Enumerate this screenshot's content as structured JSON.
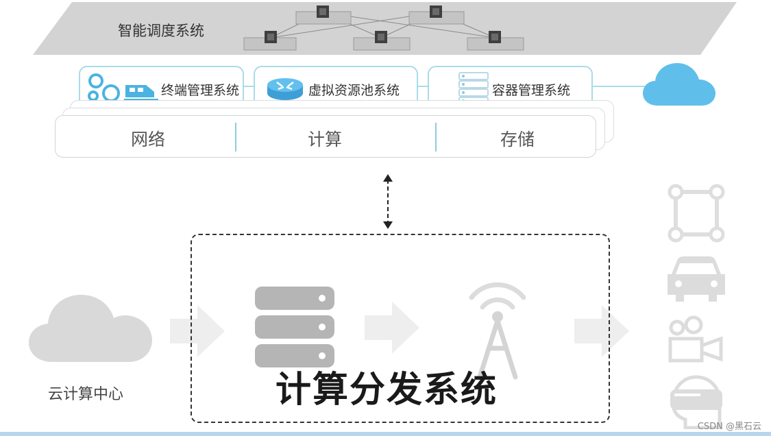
{
  "diagram": {
    "scheduler_label": "智能调度系统",
    "subsystems": [
      {
        "label": "终端管理系统",
        "icon": "gears-train-icon"
      },
      {
        "label": "虚拟资源池系统",
        "icon": "router-icon"
      },
      {
        "label": "容器管理系统",
        "icon": "server-rack-icon"
      }
    ],
    "layers": [
      "网络",
      "计算",
      "存储"
    ],
    "distribution_title": "计算分发系统",
    "cloud_center_label": "云计算中心",
    "devices": [
      "camera-frame-icon",
      "car-icon",
      "video-camera-icon",
      "vr-headset-icon"
    ],
    "colors": {
      "cloud_blue": "#5fbfea",
      "box_border": "#a9dbe8",
      "platform_gray": "#d2d2d2",
      "faded_gray": "#d9d9d9",
      "server_gray": "#b5b5b5"
    }
  },
  "watermark": "CSDN @黑石云"
}
